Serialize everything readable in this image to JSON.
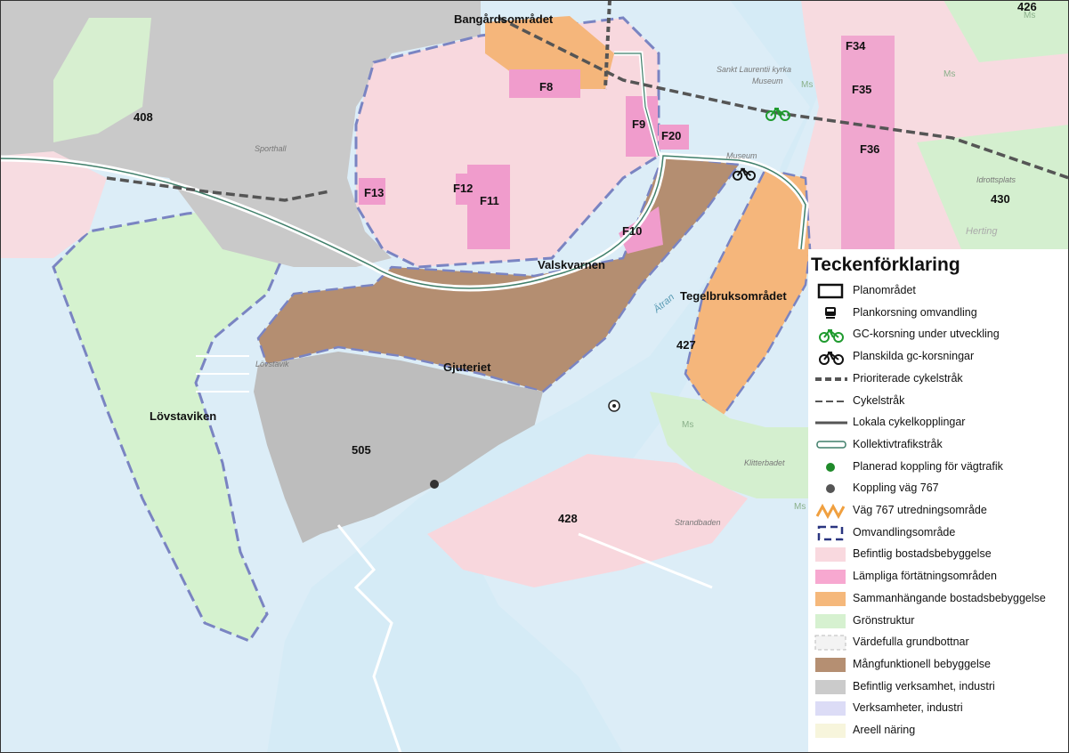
{
  "map": {
    "place_labels": {
      "bangard": "Bangårdsområdet",
      "valskvarnen": "Valskvarnen",
      "gjuteriet": "Gjuteriet",
      "tegelbruk": "Tegelbruksområdet",
      "lovstaviken": "Lövstaviken",
      "herting": "Herting"
    },
    "area_numbers": {
      "a408": "408",
      "a426": "426",
      "a427": "427",
      "a428": "428",
      "a430": "430",
      "a505": "505"
    },
    "densification_areas": {
      "f8": "F8",
      "f9": "F9",
      "f10": "F10",
      "f11": "F11",
      "f12": "F12",
      "f13": "F13",
      "f20": "F20",
      "f34": "F34",
      "f35": "F35",
      "f36": "F36"
    },
    "basemap_labels": {
      "church": "Sankt Laurentii kyrka",
      "museum1": "Museum",
      "museum2": "Museum",
      "sporthall": "Sporthall",
      "lovstavik": "Lövstavik",
      "idrottsplats": "Idrottsplats",
      "klitterbadet": "Klitterbadet",
      "strandbaden": "Strandbaden",
      "atran": "Ätran",
      "ms1": "Ms",
      "ms2": "Ms",
      "ms3": "Ms",
      "ms4": "Ms",
      "ms5": "Ms"
    }
  },
  "legend": {
    "title": "Teckenförklaring",
    "items": [
      {
        "label": "Planområdet",
        "icon": "plan-area-outline"
      },
      {
        "label": "Plankorsning omvandling",
        "icon": "train-crossing-icon"
      },
      {
        "label": "GC-korsning under utveckling",
        "icon": "bicycle-green-icon"
      },
      {
        "label": "Planskilda gc-korsningar",
        "icon": "bicycle-black-icon"
      },
      {
        "label": "Prioriterade cykelstråk",
        "icon": "thick-dashed-line"
      },
      {
        "label": "Cykelstråk",
        "icon": "dashed-line"
      },
      {
        "label": "Lokala cykelkopplingar",
        "icon": "solid-line"
      },
      {
        "label": "Kollektivtrafikstråk",
        "icon": "double-line"
      },
      {
        "label": "Planerad koppling för vägtrafik",
        "icon": "green-dot"
      },
      {
        "label": "Koppling väg 767",
        "icon": "gray-dot"
      },
      {
        "label": "Väg 767 utredningsområde",
        "icon": "orange-zigzag"
      },
      {
        "label": "Omvandlingsområde",
        "icon": "blue-dashed-box"
      },
      {
        "label": "Befintlig bostadsbebyggelse",
        "icon": "swatch",
        "color": "#f9d9df"
      },
      {
        "label": "Lämpliga förtätningsområden",
        "icon": "swatch",
        "color": "#f7a8d0"
      },
      {
        "label": "Sammanhängande bostadsbebyggelse",
        "icon": "swatch",
        "color": "#f5b87b"
      },
      {
        "label": "Grönstruktur",
        "icon": "swatch",
        "color": "#d6f1d0"
      },
      {
        "label": "Värdefulla grundbottnar",
        "icon": "dashed-swatch",
        "color": "#f3f3f3"
      },
      {
        "label": "Mångfunktionell bebyggelse",
        "icon": "swatch",
        "color": "#b58f72"
      },
      {
        "label": "Befintlig verksamhet, industri",
        "icon": "swatch",
        "color": "#cbcbcb"
      },
      {
        "label": "Verksamheter, industri",
        "icon": "swatch",
        "color": "#dcdcf6"
      },
      {
        "label": "Areell näring",
        "icon": "swatch",
        "color": "#f7f5dc"
      }
    ]
  }
}
